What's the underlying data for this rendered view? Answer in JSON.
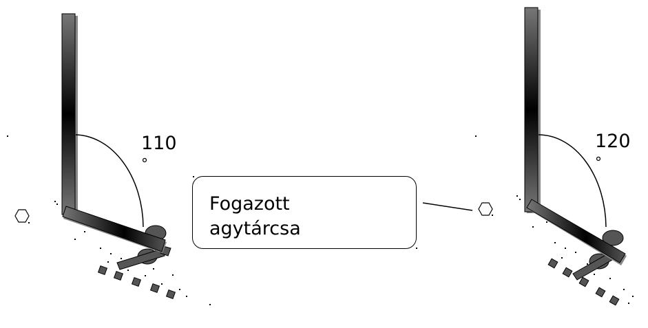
{
  "labels": {
    "callout_line1": "Fogazott",
    "callout_line2": "agytárcsa",
    "angle_left": "110",
    "angle_right": "120",
    "degree_symbol": "°"
  },
  "colors": {
    "bar_dark": "#000000",
    "bar_light": "#555555",
    "part_gray": "#555555",
    "outline": "#000000"
  }
}
